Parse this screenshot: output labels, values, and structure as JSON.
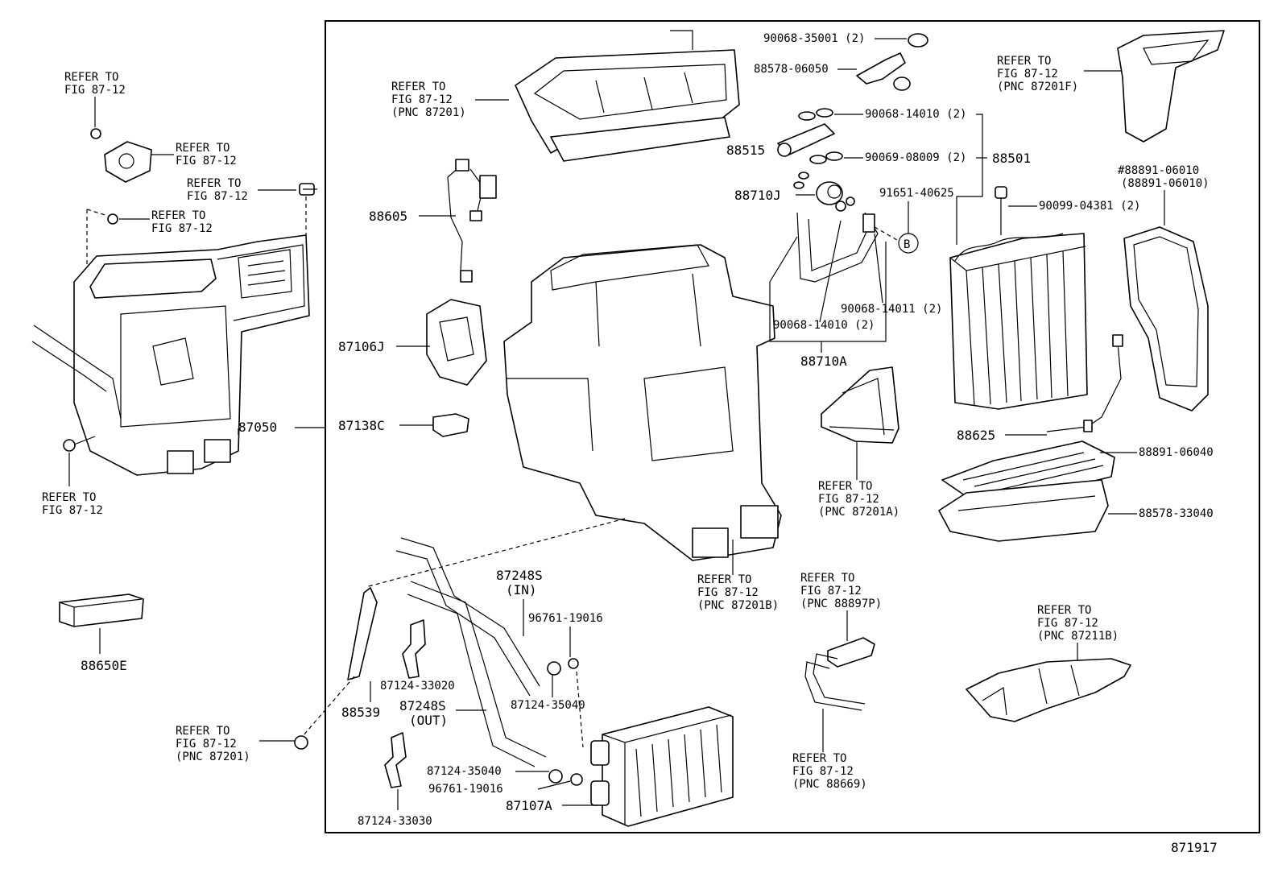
{
  "labels": {
    "refer_fig": "REFER TO",
    "fig": "FIG 87-12",
    "pnc_87201": "(PNC 87201)",
    "pnc_87201f": "(PNC 87201F)",
    "pnc_87201a": "(PNC 87201A)",
    "pnc_87201b": "(PNC 87201B)",
    "pnc_88897p": "(PNC 88897P)",
    "pnc_87211b": "(PNC 87211B)",
    "pnc_88669": "(PNC 88669)",
    "in": "(IN)",
    "out": "(OUT)"
  },
  "parts": {
    "p90068_35001": "90068-35001 (2)",
    "p88578_06050": "88578-06050",
    "p90068_14010a": "90068-14010 (2)",
    "p88515": "88515",
    "p90069_08009": "90069-08009 (2)",
    "p88501": "88501",
    "p88710j": "88710J",
    "p91651_40625": "91651-40625",
    "p90099_04381": "90099-04381 (2)",
    "p88891_06010": "#88891-06010",
    "p88891_06010b": "(88891-06010)",
    "p88605": "88605",
    "p87106j": "87106J",
    "p87138c": "87138C",
    "p87050": "87050",
    "p90068_14011": "90068-14011 (2)",
    "p90068_14010b": "90068-14010 (2)",
    "p88710a": "88710A",
    "p88625": "88625",
    "p88891_06040": "88891-06040",
    "p88578_33040": "88578-33040",
    "p87248s_in": "87248S",
    "p96761_19016a": "96761-19016",
    "p87124_33020": "87124-33020",
    "p87124_35040a": "87124-35040",
    "p87248s_out": "87248S",
    "p88539": "88539",
    "p88650e": "88650E",
    "p87124_35040b": "87124-35040",
    "p96761_19016b": "96761-19016",
    "p87107a": "87107A",
    "p87124_33030": "87124-33030",
    "callout_b": "B"
  },
  "figure_id": "871917"
}
